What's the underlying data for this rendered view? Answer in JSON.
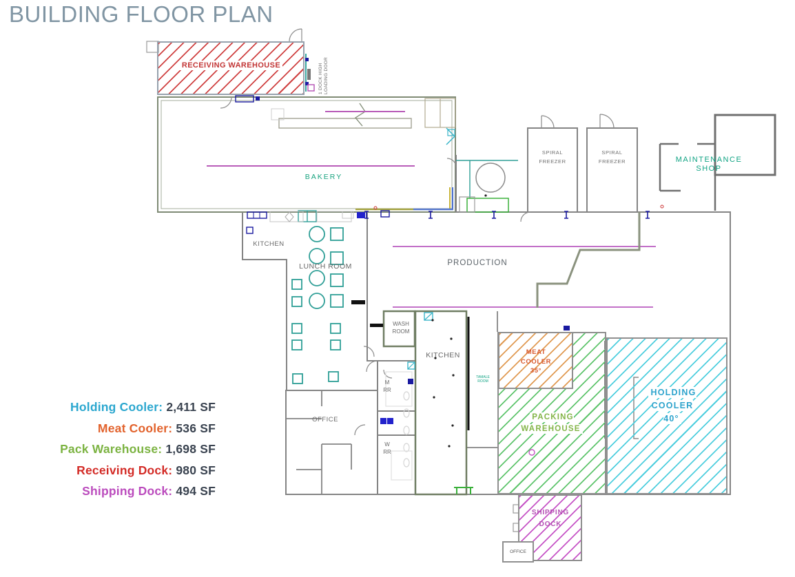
{
  "title": "BUILDING FLOOR PLAN",
  "colors": {
    "title_text": "#8095a3",
    "wall_gray": "#848484",
    "wall_olive": "#7e8a74",
    "hatch_red": "#cf4040",
    "hatch_orange": "#e09a52",
    "hatch_green": "#5ec46c",
    "hatch_cyan": "#4dcede",
    "hatch_magenta": "#c653c6",
    "teal_room_text": "#0fa383",
    "conveyor_purple": "#c270c8"
  },
  "rooms": {
    "receiving_warehouse": "RECEIVING WAREHOUSE",
    "bakery": "BAKERY",
    "spiral_freezer_1": "SPIRAL\nFREEZER",
    "spiral_freezer_2": "SPIRAL\nFREEZER",
    "maintenance_shop": "MAINTENANCE\nSHOP",
    "kitchen_main": "KITCHEN",
    "lunch_room": "LUNCH ROOM",
    "production": "PRODUCTION",
    "wash_room": "WASH\nROOM",
    "kitchen_2": "KITCHEN",
    "tamale_room": "TAMALE\nROOM",
    "mens_restroom": "M\nRR",
    "womens_restroom": "W\nRR",
    "office_main": "OFFICE",
    "meat_cooler": "MEAT\nCOOLER\n35°",
    "packing_warehouse": "PACKING\nWAREHOUSE",
    "holding_cooler": "HOLDING\nCOOLER\n40°",
    "shipping_dock": "SHIPPING\nDOCK",
    "office_dock": "OFFICE"
  },
  "annotations": {
    "loading_door": "1 DOCK HIGH\nLOADING DOOR"
  },
  "legend": {
    "value_color": "#3a4350",
    "items": [
      {
        "label": "Holding Cooler:",
        "value": "2,411 SF",
        "color": "#2ba7cf"
      },
      {
        "label": "Meat Cooler:",
        "value": "536 SF",
        "color": "#e2622c"
      },
      {
        "label": "Pack Warehouse:",
        "value": "1,698 SF",
        "color": "#7cb342"
      },
      {
        "label": "Receiving Dock:",
        "value": "980 SF",
        "color": "#d32b26"
      },
      {
        "label": "Shipping Dock:",
        "value": "494 SF",
        "color": "#bb4bbd"
      }
    ]
  }
}
